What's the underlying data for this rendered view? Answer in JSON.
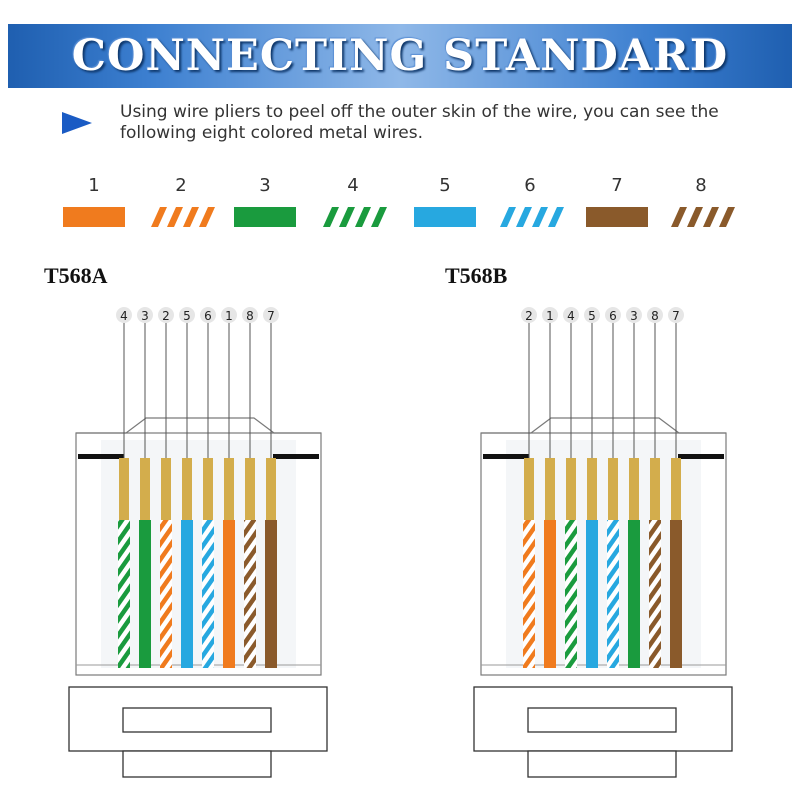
{
  "title": "CONNECTING STANDARD",
  "intro": "Using wire pliers to peel off the outer skin of the wire, you can see the following eight colored metal wires.",
  "colors": {
    "orange": "#f07b1e",
    "green": "#1a9b3e",
    "blue": "#27a8e0",
    "brown": "#8a5a2b",
    "gold": "#d3ad4c",
    "accent": "#1a5bc4"
  },
  "legend": [
    {
      "number": "1",
      "color": "orange",
      "striped": false
    },
    {
      "number": "2",
      "color": "orange",
      "striped": true
    },
    {
      "number": "3",
      "color": "green",
      "striped": false
    },
    {
      "number": "4",
      "color": "green",
      "striped": true
    },
    {
      "number": "5",
      "color": "blue",
      "striped": false
    },
    {
      "number": "6",
      "color": "blue",
      "striped": true
    },
    {
      "number": "7",
      "color": "brown",
      "striped": false
    },
    {
      "number": "8",
      "color": "brown",
      "striped": true
    }
  ],
  "standards": [
    {
      "name": "T568A",
      "order": [
        "4",
        "3",
        "2",
        "5",
        "6",
        "1",
        "8",
        "7"
      ]
    },
    {
      "name": "T568B",
      "order": [
        "2",
        "1",
        "4",
        "5",
        "6",
        "3",
        "8",
        "7"
      ]
    }
  ]
}
